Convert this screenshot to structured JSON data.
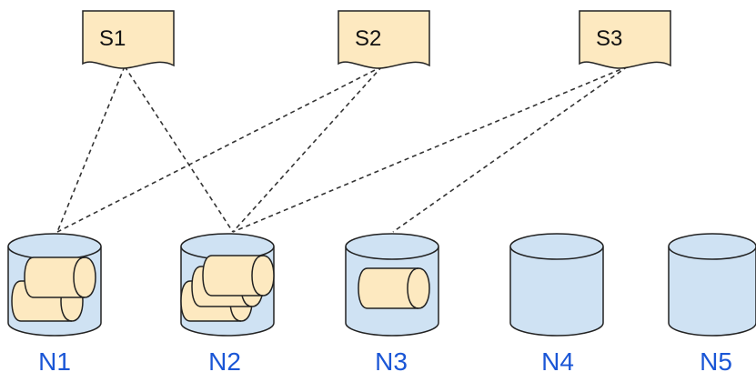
{
  "shards": [
    {
      "label": "S1"
    },
    {
      "label": "S2"
    },
    {
      "label": "S3"
    }
  ],
  "nodes": [
    {
      "label": "N1",
      "shard_docs": 2
    },
    {
      "label": "N2",
      "shard_docs": 3
    },
    {
      "label": "N3",
      "shard_docs": 1
    },
    {
      "label": "N4",
      "shard_docs": 0
    },
    {
      "label": "N5",
      "shard_docs": 0
    }
  ],
  "connections": [
    {
      "shard": "S1",
      "node": "N1"
    },
    {
      "shard": "S1",
      "node": "N2"
    },
    {
      "shard": "S2",
      "node": "N1"
    },
    {
      "shard": "S2",
      "node": "N2"
    },
    {
      "shard": "S3",
      "node": "N2"
    },
    {
      "shard": "S3",
      "node": "N3"
    }
  ],
  "colors": {
    "doc_fill": "#fde9c0",
    "cylinder_fill": "#cfe2f3",
    "stroke": "#222222",
    "node_label": "#1a56d6",
    "connector": "#333333"
  }
}
